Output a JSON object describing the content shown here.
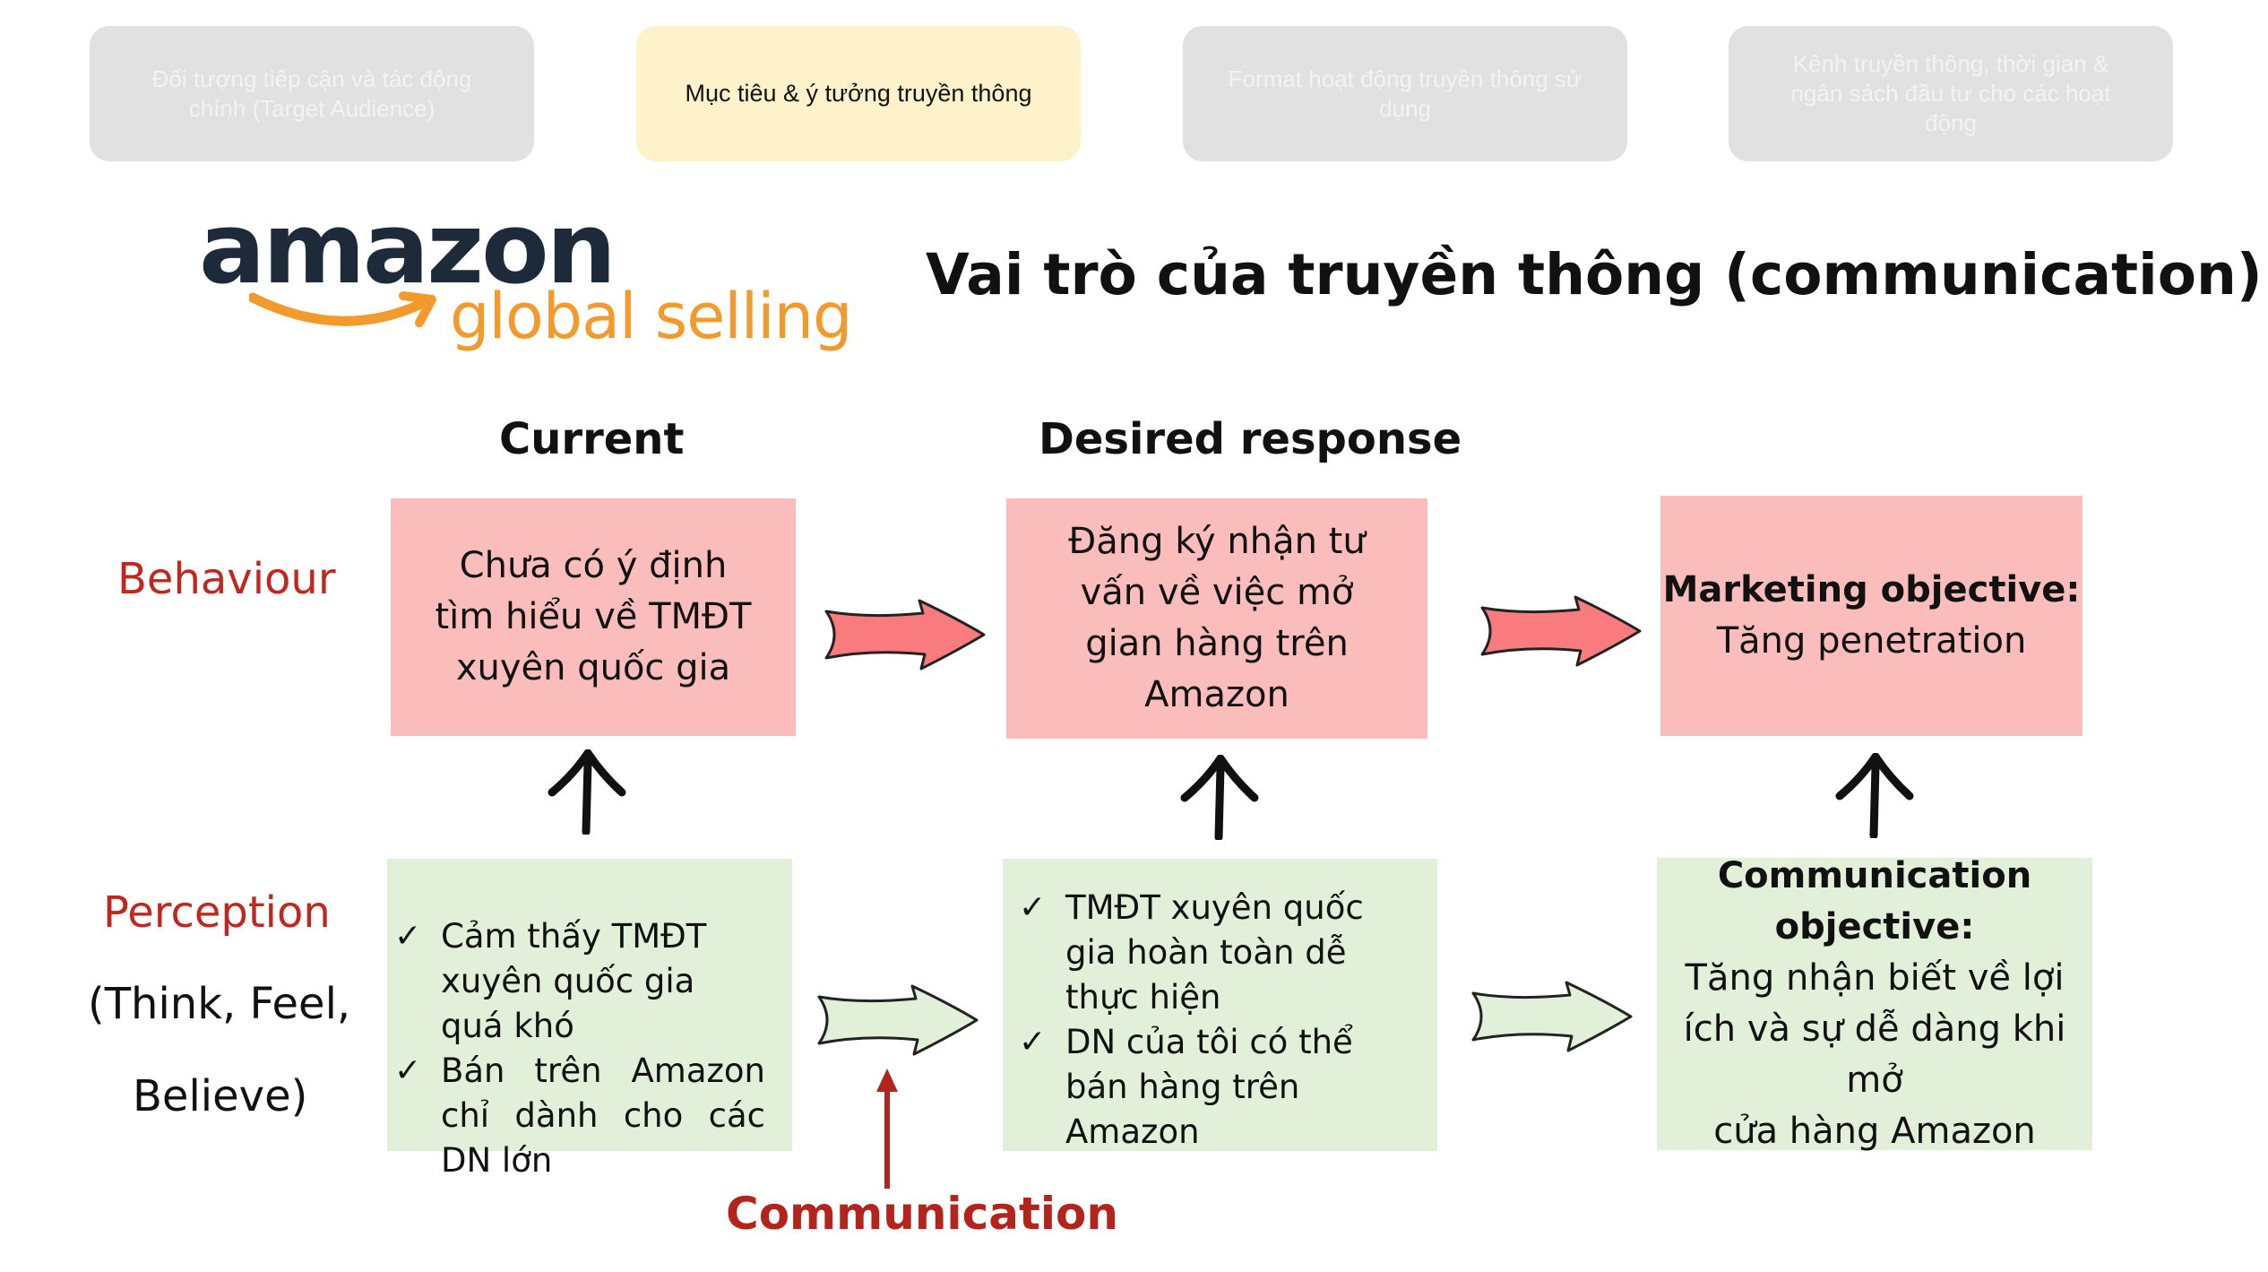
{
  "nav_tabs": [
    {
      "label": "Đối tượng tiếp cận và tác động chính (Target Audience)",
      "active": false
    },
    {
      "label": "Mục tiêu & ý tưởng truyền thông",
      "active": true
    },
    {
      "label": "Format hoạt động truyền thông sử dụng",
      "active": false
    },
    {
      "label": "Kênh truyền thông, thời gian & ngân sách đầu tư cho các hoạt động",
      "active": false
    }
  ],
  "logo": {
    "word1": "amazon",
    "word2": "global selling",
    "smile_color": "#f29a2b"
  },
  "title": "Vai trò của truyền thông (communication)",
  "columns": {
    "current": "Current",
    "desired": "Desired response"
  },
  "rows": {
    "behaviour": "Behaviour",
    "perception": "Perception",
    "perception_sub1": "(Think, Feel,",
    "perception_sub2": "Believe)"
  },
  "behaviour_boxes": {
    "current": [
      "Chưa có ý định",
      "tìm hiểu về TMĐT",
      "xuyên quốc gia"
    ],
    "desired": [
      "Đăng ký nhận tư",
      "vấn về việc mở",
      "gian hàng trên",
      "Amazon"
    ],
    "objective_title": "Marketing objective:",
    "objective_text": "Tăng penetration"
  },
  "perception_boxes": {
    "current": [
      "Cảm thấy TMĐT xuyên quốc gia quá khó",
      "Bán trên Amazon chỉ dành cho các DN lớn"
    ],
    "desired": [
      "TMĐT xuyên quốc gia hoàn toàn dễ thực hiện",
      "DN của tôi có thể bán hàng trên Amazon"
    ],
    "objective_title_1": "Communication",
    "objective_title_2": "objective:",
    "objective_text": [
      "Tăng nhận biết về lợi",
      "ích và sự dễ dàng khi mở",
      "cửa hàng Amazon"
    ]
  },
  "check_mark": "✓",
  "communication_label": "Communication",
  "colors": {
    "pink_box": "#fbbcbc",
    "green_box": "#e2efd9",
    "red_text": "#c0281f",
    "pink_arrow": "#fa7b7e",
    "green_arrow": "#e2efd9",
    "active_tab": "#fdf2ca",
    "inactive_tab": "#e1e1e1"
  }
}
